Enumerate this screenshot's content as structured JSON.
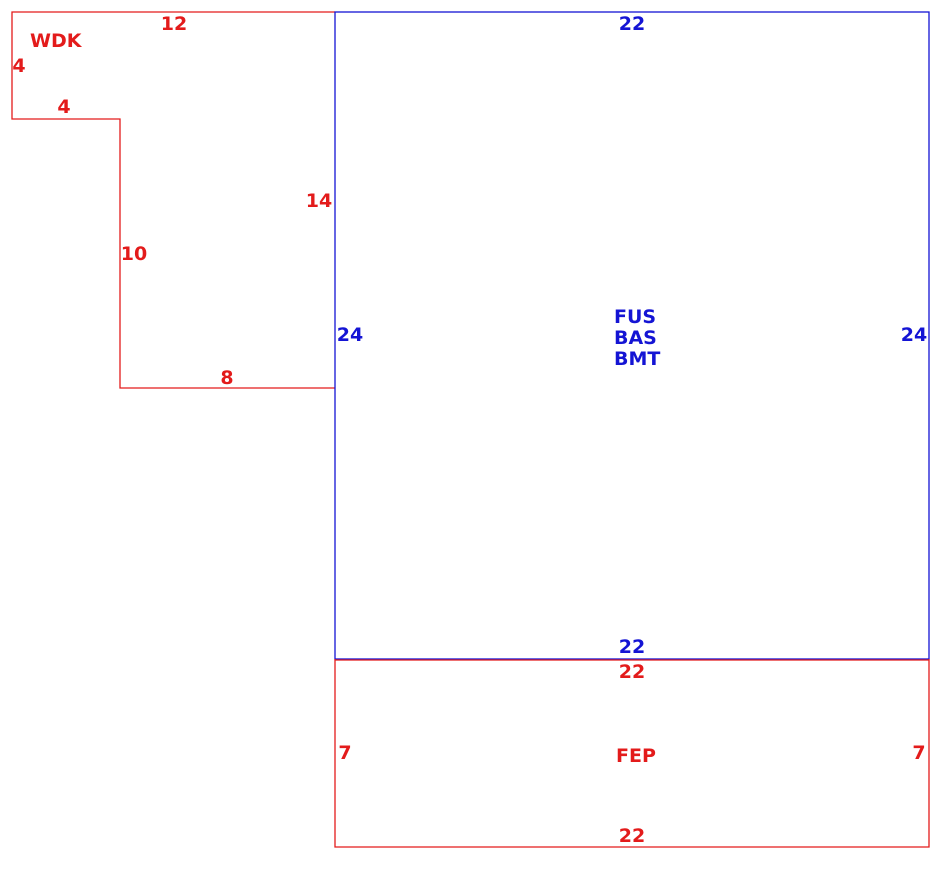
{
  "colors": {
    "red": "#e31b1b",
    "blue": "#1414d4"
  },
  "wdk": {
    "name": "WDK",
    "dim_top": "12",
    "dim_left": "4",
    "dim_step": "4",
    "dim_inner": "10",
    "dim_right": "14",
    "dim_bottom": "8"
  },
  "main": {
    "names": [
      "FUS",
      "BAS",
      "BMT"
    ],
    "dim_top": "22",
    "dim_bottom": "22",
    "dim_left": "24",
    "dim_right": "24"
  },
  "fep": {
    "name": "FEP",
    "dim_top": "22",
    "dim_bottom": "22",
    "dim_left": "7",
    "dim_right": "7"
  }
}
